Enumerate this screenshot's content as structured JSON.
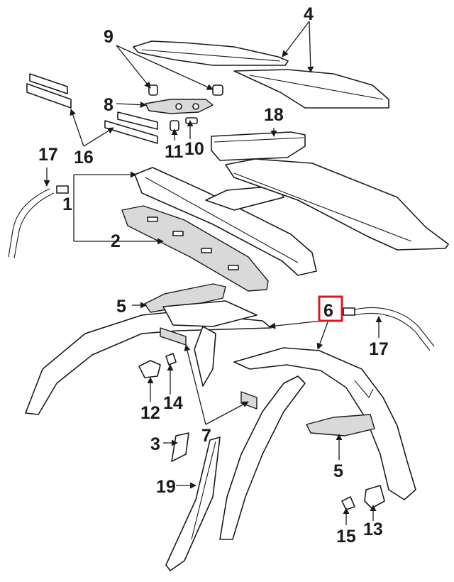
{
  "callouts": {
    "c1": "1",
    "c2": "2",
    "c3": "3",
    "c4": "4",
    "c5a": "5",
    "c5b": "5",
    "c6": "6",
    "c7": "7",
    "c8": "8",
    "c9": "9",
    "c10": "10",
    "c11": "11",
    "c12": "12",
    "c13": "13",
    "c14": "14",
    "c15": "15",
    "c16": "16",
    "c17a": "17",
    "c17b": "17",
    "c18": "18",
    "c19": "19"
  },
  "highlighted_callout": "6",
  "colors": {
    "highlight": "#e0141e",
    "line": "#1a1a1a",
    "background": "#ffffff"
  }
}
